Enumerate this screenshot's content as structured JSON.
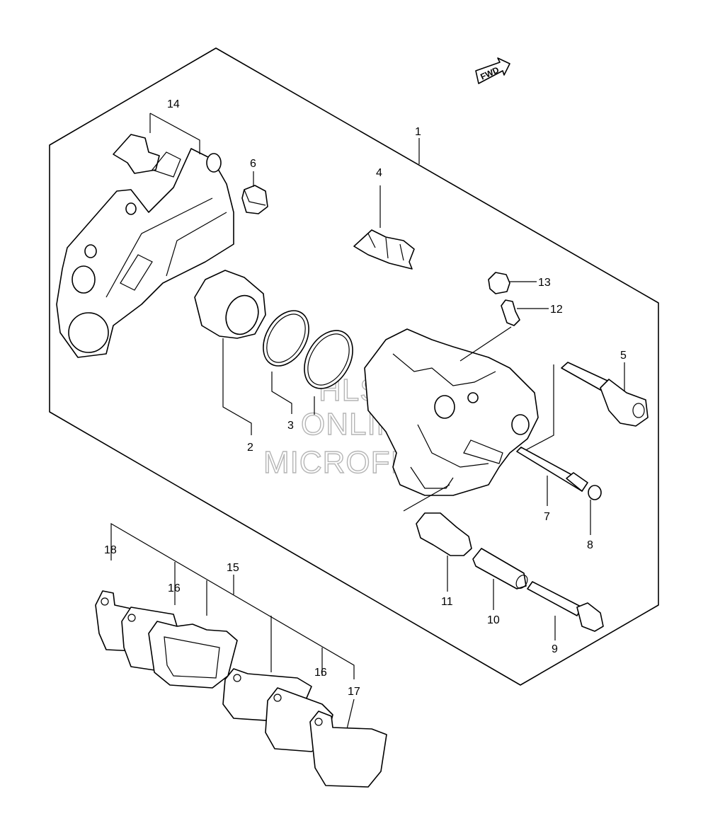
{
  "diagram": {
    "fwd_label": "FWD",
    "watermark": [
      "HLSM",
      "ONLINE",
      "MICROFICHE"
    ],
    "callouts": [
      "1",
      "2",
      "3",
      "4",
      "5",
      "6",
      "7",
      "8",
      "9",
      "10",
      "11",
      "12",
      "13",
      "14",
      "15",
      "16",
      "16",
      "17",
      "18"
    ]
  }
}
